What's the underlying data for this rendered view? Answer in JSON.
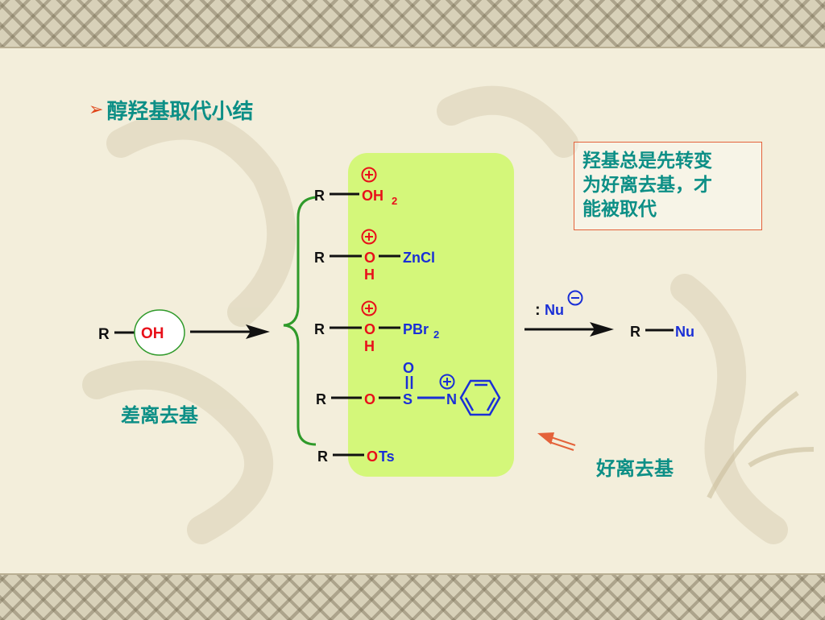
{
  "title": {
    "bullet": "➢",
    "text": "醇羟基取代小结"
  },
  "note": {
    "lines": [
      "羟基总是先转变",
      "为好离去基，才",
      "能被取代"
    ]
  },
  "labels": {
    "poor_leaving_group": "差离去基",
    "good_leaving_group": "好离去基"
  },
  "reactant": {
    "r": "R",
    "oh": "OH"
  },
  "intermediates": [
    {
      "r": "R",
      "o": "OH",
      "sub": "2",
      "charge": "+"
    },
    {
      "r": "R",
      "o": "O",
      "h": "H",
      "group": "ZnCl",
      "charge": "+"
    },
    {
      "r": "R",
      "o": "O",
      "h": "H",
      "group": "PBr",
      "sub": "2",
      "charge": "+"
    },
    {
      "r": "R",
      "o": "O",
      "s": "S",
      "s_oxygen": "O",
      "n": "N",
      "charge": "+"
    },
    {
      "r": "R",
      "o": "O",
      "group": "Ts"
    }
  ],
  "nucleophile": {
    "colon": ":",
    "nu": "Nu",
    "charge": "−"
  },
  "product": {
    "r": "R",
    "nu": "Nu"
  },
  "colors": {
    "teal": "#0d8f86",
    "red": "#e8101a",
    "blue": "#1a2fd6",
    "green_box": "#d4f77a",
    "bracket": "#2f9a2a",
    "orange": "#e4623a"
  }
}
